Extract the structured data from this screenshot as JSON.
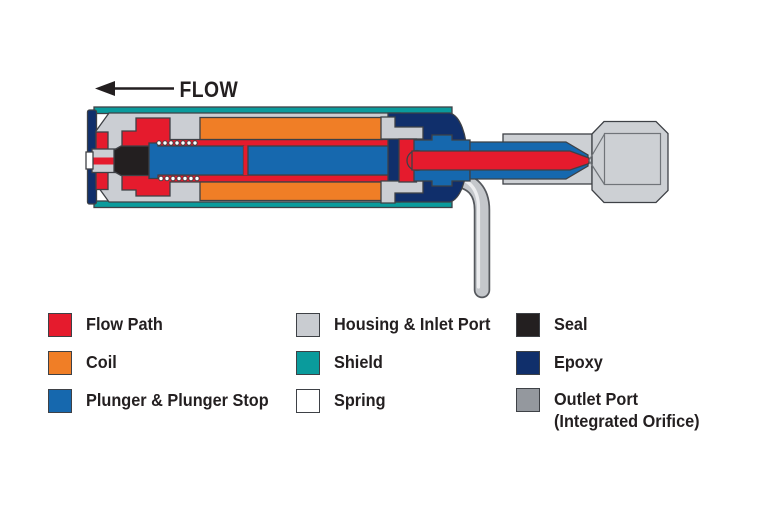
{
  "flow_label": "FLOW",
  "colors": {
    "flow_path": "#E51B2D",
    "coil": "#F07E26",
    "plunger": "#1668AE",
    "housing": "#CBCED3",
    "shield": "#0A9B9C",
    "spring": "#FFFFFF",
    "seal": "#231F20",
    "epoxy": "#102F6B",
    "outlet_fill": "#CDD0D4",
    "tube_fill": "#C4C7CB",
    "tube_edge": "#55585D",
    "tube_highlight": "#ECEDEF",
    "outline": "#3E4146",
    "text": "#231F20"
  },
  "legend": {
    "items": [
      {
        "label": "Flow Path",
        "color": "#E51B2D"
      },
      {
        "label": "Coil",
        "color": "#F07E26"
      },
      {
        "label": "Plunger & Plunger Stop",
        "color": "#1668AE"
      },
      {
        "label": "Housing & Inlet Port",
        "color": "#C9CCD1"
      },
      {
        "label": "Shield",
        "color": "#0A9B9C"
      },
      {
        "label": "Spring",
        "color": "#FFFFFF"
      },
      {
        "label": "Seal",
        "color": "#231F20"
      },
      {
        "label": "Epoxy",
        "color": "#102F6B"
      },
      {
        "label": "Outlet Port",
        "sublabel": "(Integrated Orifice)",
        "color": "#94989E"
      }
    ]
  }
}
